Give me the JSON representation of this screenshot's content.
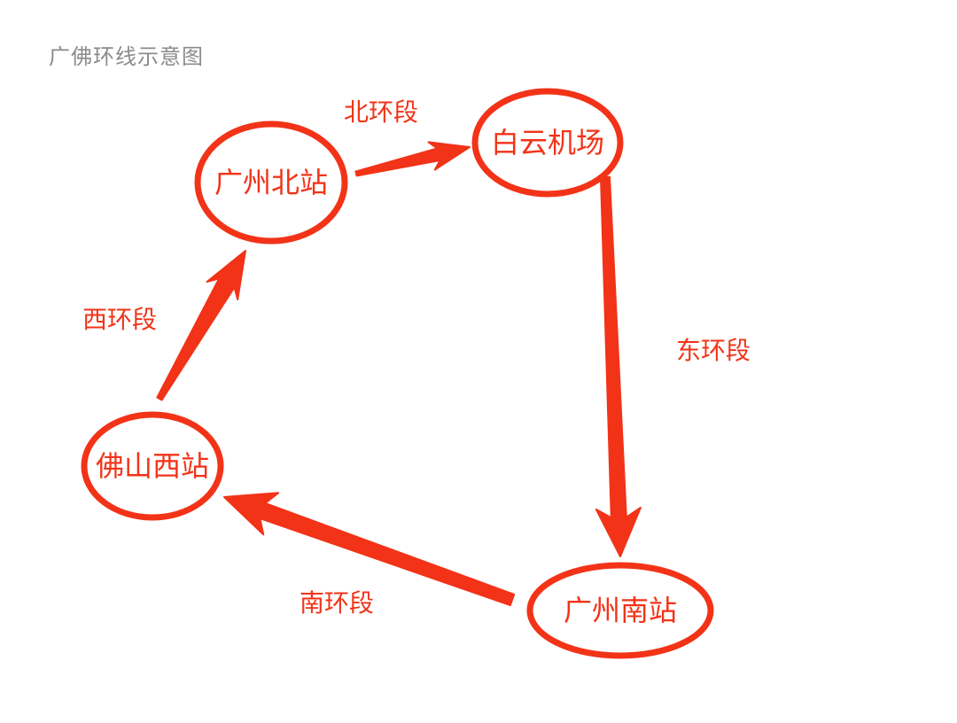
{
  "title": "广佛环线示意图",
  "colors": {
    "accent": "#F23318",
    "title": "#8B8B8B",
    "background": "#FFFFFF"
  },
  "diagram": {
    "nodes": [
      {
        "id": "guangzhou-north-station",
        "label": "广州北站"
      },
      {
        "id": "baiyun-airport",
        "label": "白云机场"
      },
      {
        "id": "foshan-west-station",
        "label": "佛山西站"
      },
      {
        "id": "guangzhou-south-station",
        "label": "广州南站"
      }
    ],
    "edges": [
      {
        "id": "north-segment",
        "label": "北环段",
        "from": "广州北站",
        "to": "白云机场"
      },
      {
        "id": "east-segment",
        "label": "东环段",
        "from": "白云机场",
        "to": "广州南站"
      },
      {
        "id": "south-segment",
        "label": "南环段",
        "from": "广州南站",
        "to": "佛山西站"
      },
      {
        "id": "west-segment",
        "label": "西环段",
        "from": "佛山西站",
        "to": "广州北站"
      }
    ]
  }
}
